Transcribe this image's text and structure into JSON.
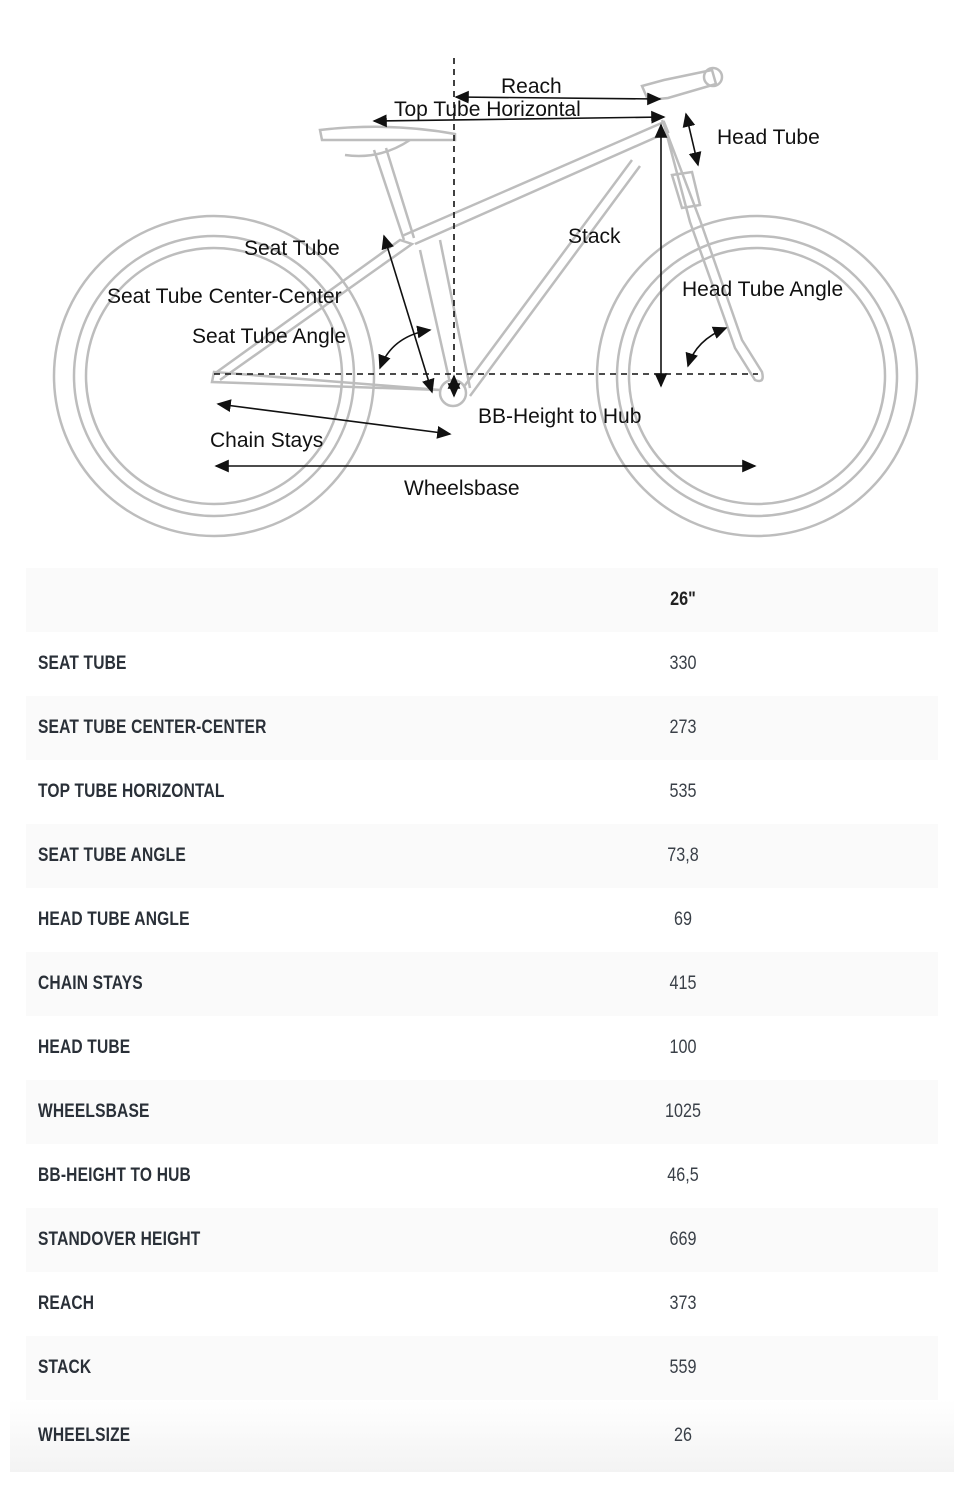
{
  "diagram": {
    "labels": {
      "reach": "Reach",
      "top_tube_horizontal": "Top Tube Horizontal",
      "head_tube": "Head Tube",
      "stack": "Stack",
      "seat_tube": "Seat Tube",
      "seat_tube_center_center": "Seat Tube Center-Center",
      "seat_tube_angle": "Seat Tube Angle",
      "head_tube_angle": "Head Tube Angle",
      "bb_height_to_hub": "BB-Height to Hub",
      "chain_stays": "Chain Stays",
      "wheelsbase": "Wheelsbase"
    }
  },
  "table": {
    "size_header": "26\"",
    "rows": [
      {
        "label": "SEAT TUBE",
        "value": "330"
      },
      {
        "label": "SEAT TUBE CENTER-CENTER",
        "value": "273"
      },
      {
        "label": "TOP TUBE HORIZONTAL",
        "value": "535"
      },
      {
        "label": "SEAT TUBE ANGLE",
        "value": "73,8"
      },
      {
        "label": "HEAD TUBE ANGLE",
        "value": "69"
      },
      {
        "label": "CHAIN STAYS",
        "value": "415"
      },
      {
        "label": "HEAD TUBE",
        "value": "100"
      },
      {
        "label": "WHEELSBASE",
        "value": "1025"
      },
      {
        "label": "BB-HEIGHT TO HUB",
        "value": "46,5"
      },
      {
        "label": "STANDOVER HEIGHT",
        "value": "669"
      },
      {
        "label": "REACH",
        "value": "373"
      },
      {
        "label": "STACK",
        "value": "559"
      },
      {
        "label": "WHEELSIZE",
        "value": "26"
      }
    ]
  }
}
